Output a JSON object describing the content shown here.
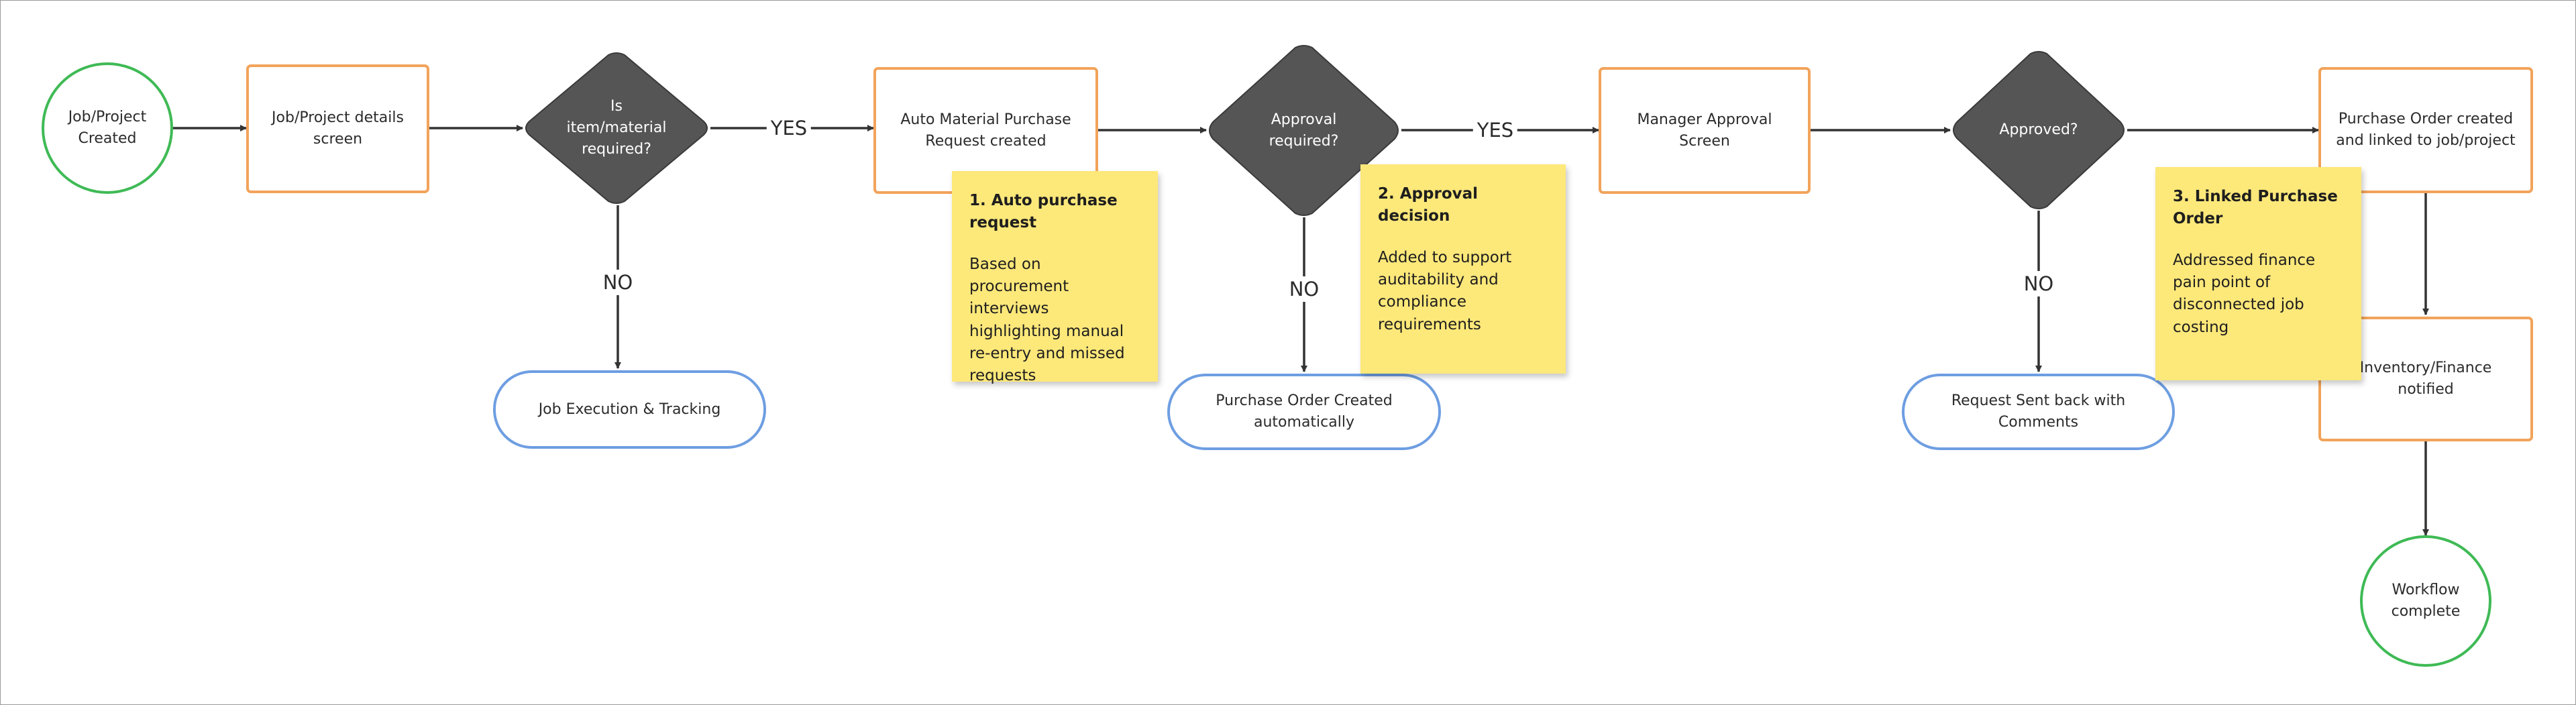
{
  "nodes": {
    "start": "Job/Project Created",
    "details": "Job/Project details screen",
    "item_required": "Is item/material required?",
    "auto_request": "Auto Material Purchase Request created",
    "approval_required": "Approval required?",
    "manager_screen": "Manager Approval Screen",
    "approved": "Approved?",
    "po_linked": "Purchase Order created and linked to job/project",
    "job_execution": "Job Execution & Tracking",
    "po_auto": "Purchase Order Created automatically",
    "sent_back": "Request Sent back with Comments",
    "inventory": "Inventory/Finance notified",
    "end": "Workflow complete"
  },
  "edge_labels": {
    "yes1": "YES",
    "no1": "NO",
    "yes2": "YES",
    "no2": "NO",
    "no3": "NO"
  },
  "notes": [
    {
      "title": "1. Auto purchase request",
      "body": "Based on procurement interviews highlighting manual re-entry and missed requests"
    },
    {
      "title": "2. Approval decision",
      "body": "Added to support auditability and compliance requirements"
    },
    {
      "title": "3. Linked Purchase Order",
      "body": "Addressed finance pain point of disconnected job costing"
    }
  ],
  "colors": {
    "process_border": "#f2a35a",
    "terminal_border": "#3fba55",
    "outcome_border": "#6e9ee2",
    "decision_fill": "#555555",
    "sticky_fill": "#fde87a",
    "arrow": "#333333"
  }
}
